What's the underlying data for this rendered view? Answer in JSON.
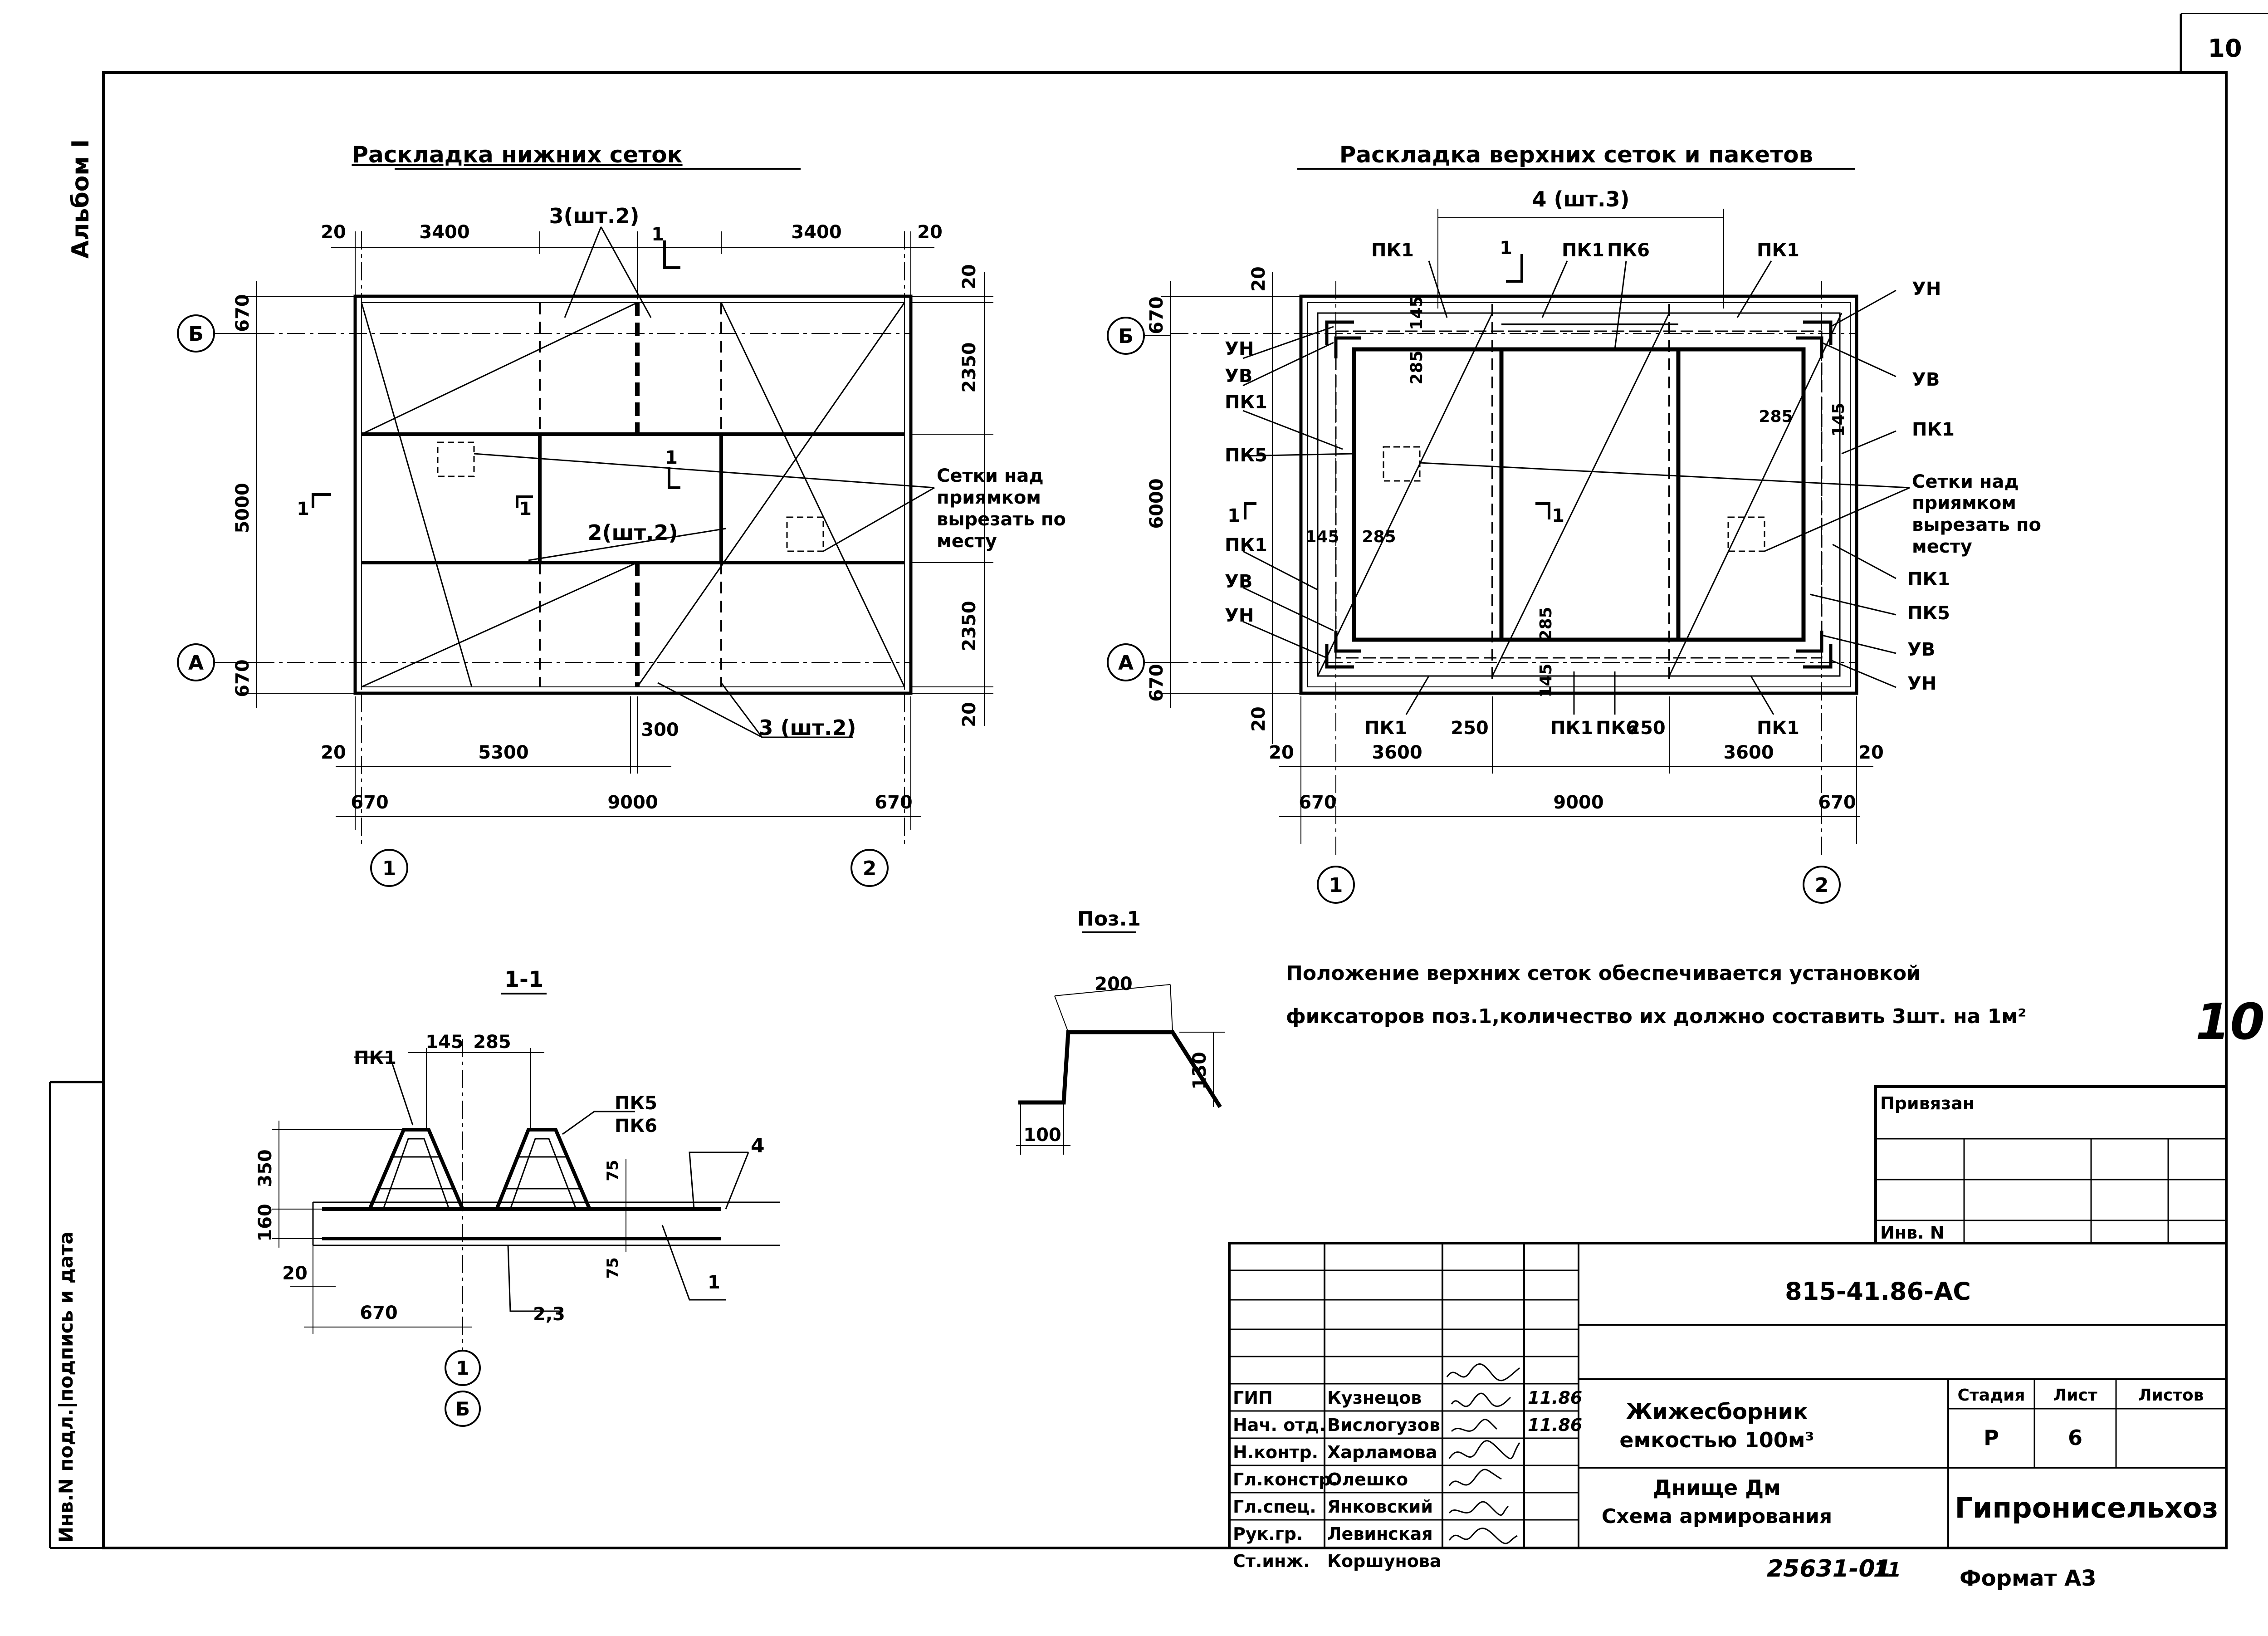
{
  "sheet": {
    "sheet_number": "10",
    "album": "Альбом I",
    "handwritten_number": "10",
    "margin_label": "Инв.N подл.|подпись и дата"
  },
  "plan_bottom": {
    "title": "Раскладка нижних сеток",
    "dims": {
      "top_left_20": "20",
      "top_3400_left": "3400",
      "top_3400_right": "3400",
      "top_right_20": "20",
      "right_20_top": "20",
      "right_2350_top": "2350",
      "right_2350_bottom": "2350",
      "right_20_bottom": "20",
      "left_670_top": "670",
      "left_5000": "5000",
      "left_670_bottom": "670",
      "bottom_20": "20",
      "bottom_5300": "5300",
      "bottom_300": "300",
      "bottom_670_left": "670",
      "bottom_9000": "9000",
      "bottom_670_right": "670"
    },
    "labels": {
      "mesh3_top": "3(шт.2)",
      "mesh2_mid": "2(шт.2)",
      "mesh3_bottom": "3 (шт.2)",
      "section_1_top": "1",
      "section_1_mid": "1",
      "section_1_left": "1",
      "section_1_inner": "1",
      "note_line1": "Сетки над",
      "note_line2": "приямком",
      "note_line3": "вырезать по",
      "note_line4": "месту"
    },
    "axes": {
      "B": "Б",
      "A": "А",
      "one": "1",
      "two": "2"
    }
  },
  "plan_top": {
    "title": "Раскладка верхних сеток и пакетов",
    "dims": {
      "left_670_top": "670",
      "left_6000": "6000",
      "left_670_bottom": "670",
      "left_20_top": "20",
      "left_20_bottom": "20",
      "d145_tl": "145",
      "d285_tl": "285",
      "d285_tr": "285",
      "d145_tr": "145",
      "d145_ml": "145",
      "d285_ml": "285",
      "d285_bc": "285",
      "d145_bc": "145",
      "bottom_20_left": "20",
      "bottom_3600_left": "3600",
      "bottom_3600_right": "3600",
      "bottom_20_right": "20",
      "bottom_250_left": "250",
      "bottom_250_right": "250",
      "bottom_670_left": "670",
      "bottom_9000": "9000",
      "bottom_670_right": "670"
    },
    "labels": {
      "mesh4_top": "4 (шт.3)",
      "pk1_t1": "ПК1",
      "pk1_t2": "ПК1",
      "pk6_t": "ПК6",
      "pk1_t3": "ПК1",
      "un_tl": "УН",
      "uv_tl": "УВ",
      "pk1_l": "ПК1",
      "pk5_l": "ПК5",
      "pk1_l2": "ПК1",
      "uv_bl": "УВ",
      "un_bl": "УН",
      "un_tr": "УН",
      "uv_tr": "УВ",
      "pk1_r": "ПК1",
      "pk1_r2": "ПК1",
      "pk5_r": "ПК5",
      "uv_br": "УВ",
      "un_br": "УН",
      "pk1_b1": "ПК1",
      "pk1_b2": "ПК1",
      "pk6_b": "ПК6",
      "pk1_b3": "ПК1",
      "section_1_top": "1",
      "section_1_left": "1",
      "section_1_mid": "1",
      "note_line1": "Сетки над",
      "note_line2": "приямком",
      "note_line3": "вырезать по",
      "note_line4": "месту"
    },
    "axes": {
      "B": "Б",
      "A": "А",
      "one": "1",
      "two": "2"
    }
  },
  "section": {
    "title": "1-1",
    "labels": {
      "pk1": "ПК1",
      "d145": "145",
      "d285": "285",
      "pk5": "ПК5",
      "pk6": "ПК6",
      "d350": "350",
      "d160": "160",
      "d20": "20",
      "d670": "670",
      "d75_top": "75",
      "d75_bottom": "75",
      "mark4": "4",
      "mark23": "2,3",
      "mark1": "1",
      "axis_1": "1",
      "axis_B": "Б"
    }
  },
  "pos1": {
    "title": "Поз.1",
    "d200": "200",
    "d130": "130",
    "d100": "100"
  },
  "note": {
    "line1": "Положение верхних сеток обеспечивается установкой",
    "line2": "фиксаторов поз.1,количество их должно составить 3шт. на 1м²"
  },
  "stamp_small": {
    "label1": "Привязан",
    "label2": "Инв. N"
  },
  "title_block": {
    "code": "815-41.86-АС",
    "roles": [
      {
        "role": "ГИП",
        "name": "Кузнецов",
        "date": "11.86"
      },
      {
        "role": "Нач. отд.",
        "name": "Вислогузов",
        "date": "11.86"
      },
      {
        "role": "Н.контр.",
        "name": "Харламова",
        "date": ""
      },
      {
        "role": "Гл.констр.",
        "name": "Олешко",
        "date": ""
      },
      {
        "role": "Гл.спец.",
        "name": "Янковский",
        "date": ""
      },
      {
        "role": "Рук.гр.",
        "name": "Левинская",
        "date": ""
      },
      {
        "role": "Ст.инж.",
        "name": "Коршунова",
        "date": ""
      }
    ],
    "object_line1": "Жижесборник",
    "object_line2": "емкостью 100м³",
    "sheet_line1": "Днище Дм",
    "sheet_line2": "Схема армирования",
    "stage_h": "Стадия",
    "sheet_h": "Лист",
    "sheets_h": "Листов",
    "stage": "Р",
    "sheet": "6",
    "sheets": "",
    "org": "Гипронисельхоз",
    "archive": "25631-01",
    "archive_sheet": "11",
    "format": "Формат А3"
  }
}
